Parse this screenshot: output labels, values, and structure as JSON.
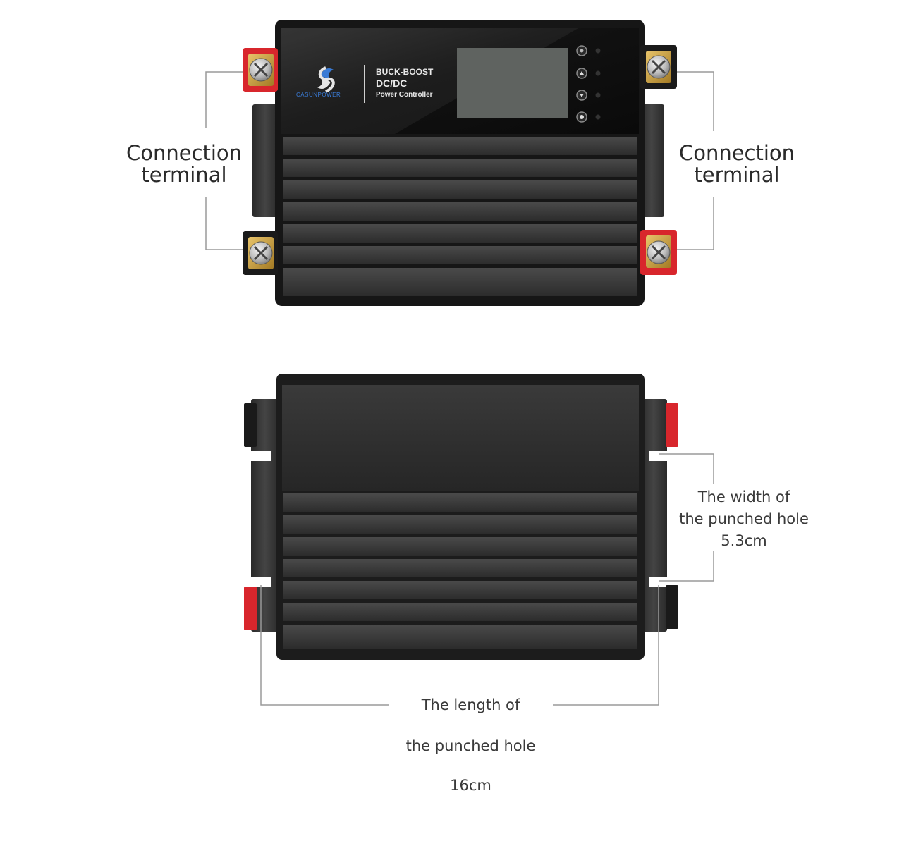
{
  "product": {
    "brand_name": "CASUNPOWER",
    "title_line1": "BUCK-BOOST",
    "title_line2": "DC/DC",
    "title_line3": "Power Controller"
  },
  "labels": {
    "left_terminal": {
      "line1": "Connection",
      "line2": "terminal"
    },
    "right_terminal": {
      "line1": "Connection",
      "line2": "terminal"
    },
    "hole_width": {
      "line1": "The width of",
      "line2": "the punched hole",
      "value": "5.3cm"
    },
    "hole_length": {
      "line1": "The length of",
      "line2": "the punched hole",
      "value": "16cm"
    }
  },
  "colors": {
    "body_dark": "#1f1f1f",
    "fin": "#3a3a3a",
    "terminal_red": "#d8262c",
    "terminal_black": "#1a1a1a",
    "screen": "#5f6360",
    "guide_line": "#9a9a9a"
  },
  "icons": {
    "screw": "screw-icon",
    "button_power": "power-button-icon",
    "button_up": "up-button-icon",
    "button_down": "down-button-icon",
    "button_ok": "ok-button-icon"
  }
}
